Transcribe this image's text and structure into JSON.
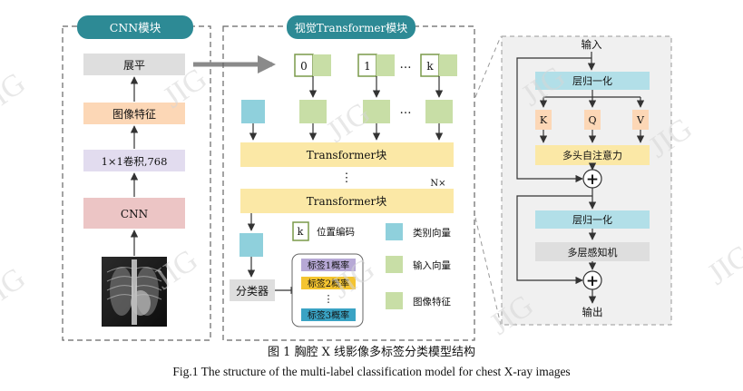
{
  "cnn_module": {
    "title": "CNN模块",
    "flatten": "展平",
    "image_feature": "图像特征",
    "conv": "1×1卷积,768",
    "cnn": "CNN"
  },
  "vit_module": {
    "title": "视觉Transformer模块",
    "tokens": [
      "0",
      "1",
      "k"
    ],
    "ellipsis": "…",
    "vdots": "⋮",
    "block_label": "Transformer块",
    "repeat": "N×",
    "classifier": "分类器",
    "outputs": [
      "标签1概率",
      "标签2概率",
      "标签3概率"
    ],
    "legend": {
      "k_symbol": "k",
      "position_encoding": "位置编码",
      "class_vector": "类别向量",
      "input_vector": "输入向量",
      "image_feature": "图像特征"
    }
  },
  "transformer_block": {
    "input": "输入",
    "layernorm1": "层归一化",
    "k": "K",
    "q": "Q",
    "v": "V",
    "mhsa": "多头自注意力",
    "plus": "+",
    "layernorm2": "层归一化",
    "mlp": "多层感知机",
    "output": "输出"
  },
  "caption": {
    "cn": "图 1  胸腔 X 线影像多标签分类模型结构",
    "en": "Fig.1 The structure of the multi-label classification model for chest X-ray images"
  },
  "watermark": "JIG",
  "colors": {
    "teal_tab": "#2d8a95",
    "gray_box": "#dedede",
    "peach": "#fcd7b6",
    "lavender": "#e2dcef",
    "pink": "#ecc5c5",
    "green": "#c8dea6",
    "cyan": "#8fd0dc",
    "yellow": "#fbe8a6",
    "light_blue": "#b2dfe8",
    "panel_gray": "#f0f0f0"
  }
}
